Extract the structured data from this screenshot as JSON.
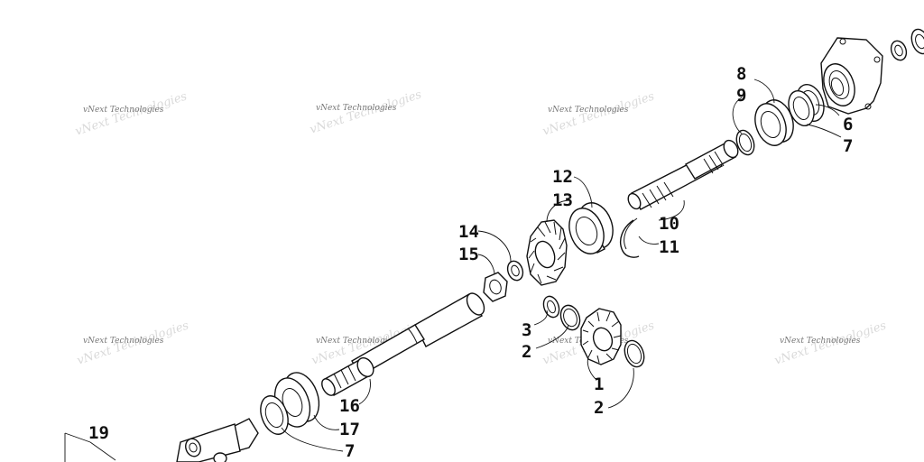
{
  "watermark": {
    "text": "vNext Technologies"
  },
  "callouts": {
    "c1": "1",
    "c2a": "2",
    "c2b": "2",
    "c3": "3",
    "c6": "6",
    "c7a": "7",
    "c7b": "7",
    "c8": "8",
    "c9": "9",
    "c10": "10",
    "c11": "11",
    "c12": "12",
    "c13": "13",
    "c14": "14",
    "c15": "15",
    "c16": "16",
    "c17": "17",
    "c19": "19"
  }
}
